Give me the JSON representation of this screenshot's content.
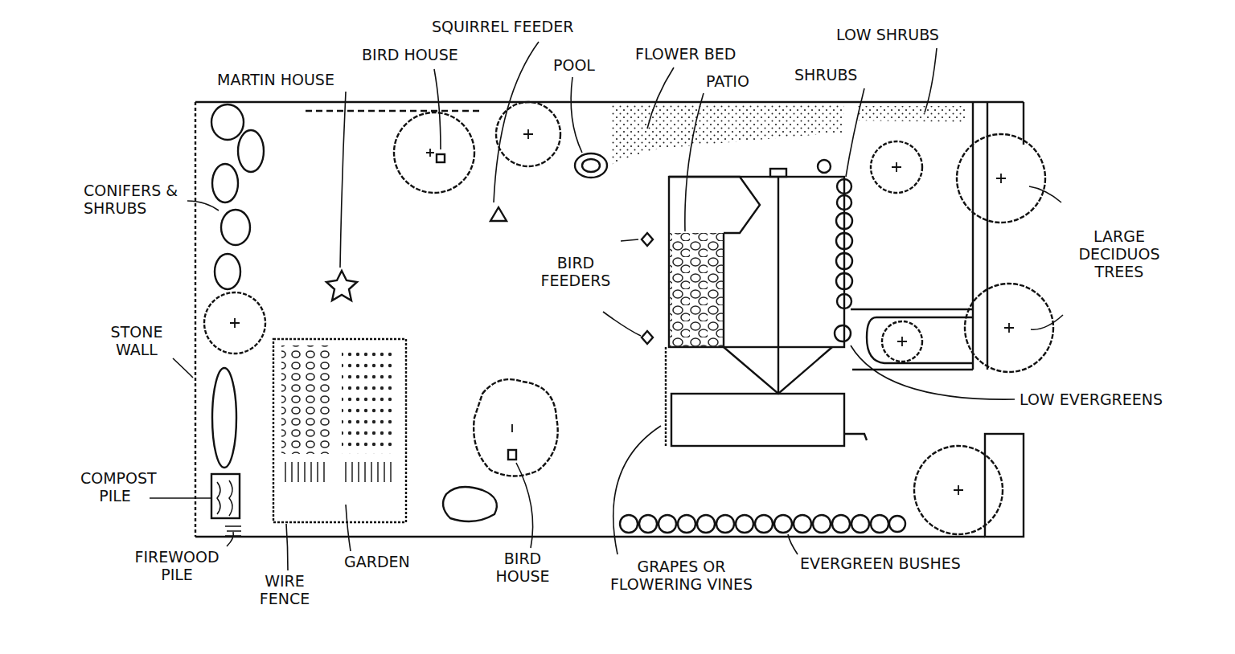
{
  "diagram": {
    "labels": [
      "SQUIRREL FEEDER",
      "BIRD HOUSE",
      "MARTIN HOUSE",
      "POOL",
      "FLOWER BED",
      "PATIO",
      "SHRUBS",
      "LOW SHRUBS",
      "CONIFERS & SHRUBS",
      "STONE WALL",
      "BIRD FEEDERS",
      "LARGE DECIDUOS TREES",
      "LOW EVERGREENS",
      "COMPOST PILE",
      "FIREWOOD PILE",
      "WIRE FENCE",
      "GARDEN",
      "BIRD HOUSE",
      "GRAPES OR FLOWERING VINES",
      "EVERGREEN BUSHES"
    ]
  }
}
